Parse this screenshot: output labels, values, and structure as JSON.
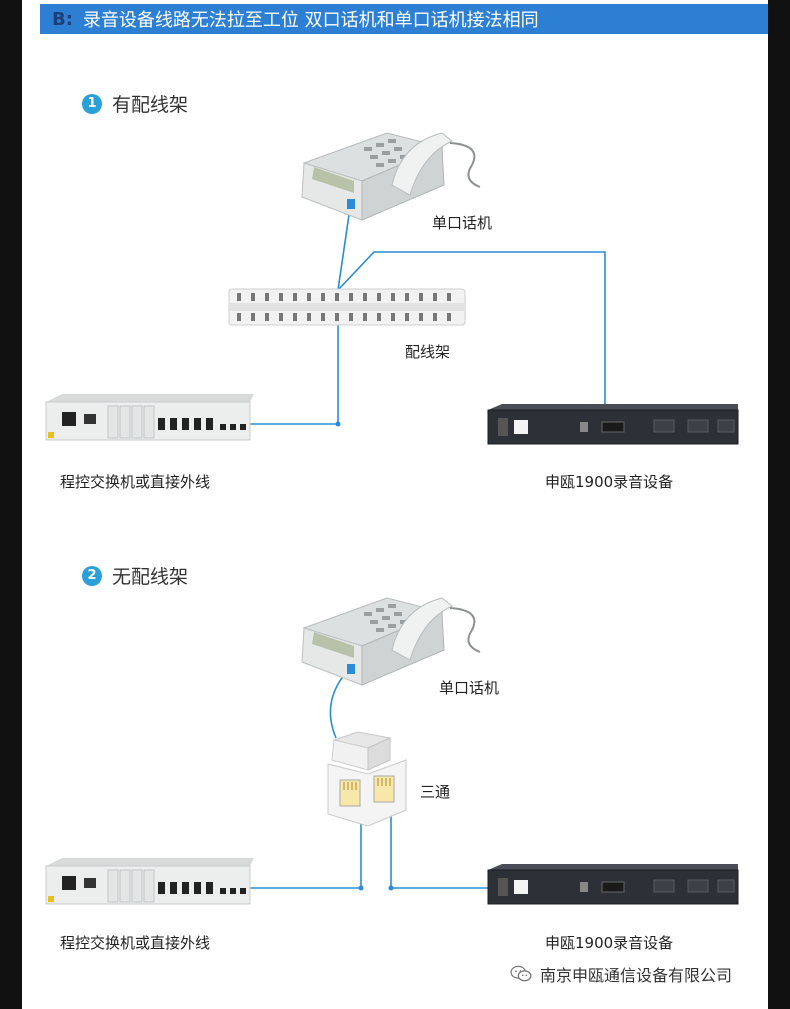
{
  "header": {
    "prefix": "B:",
    "title": "录音设备线路无法拉至工位  双口话机和单口话机接法相同"
  },
  "section1": {
    "number": "1",
    "title": "有配线架",
    "phone_label": "单口话机",
    "frame_label": "配线架",
    "pbx_label": "程控交换机或直接外线",
    "recorder_label": "申瓯1900录音设备"
  },
  "section2": {
    "number": "2",
    "title": "无配线架",
    "phone_label": "单口话机",
    "splitter_label": "三通",
    "pbx_label": "程控交换机或直接外线",
    "recorder_label": "申瓯1900录音设备"
  },
  "watermark": {
    "text": "南京申瓯通信设备有限公司",
    "icon": "wechat-icon"
  },
  "colors": {
    "banner": "#2d7fd3",
    "wire": "#2a8bd6",
    "badge": "#2a9fd8"
  }
}
